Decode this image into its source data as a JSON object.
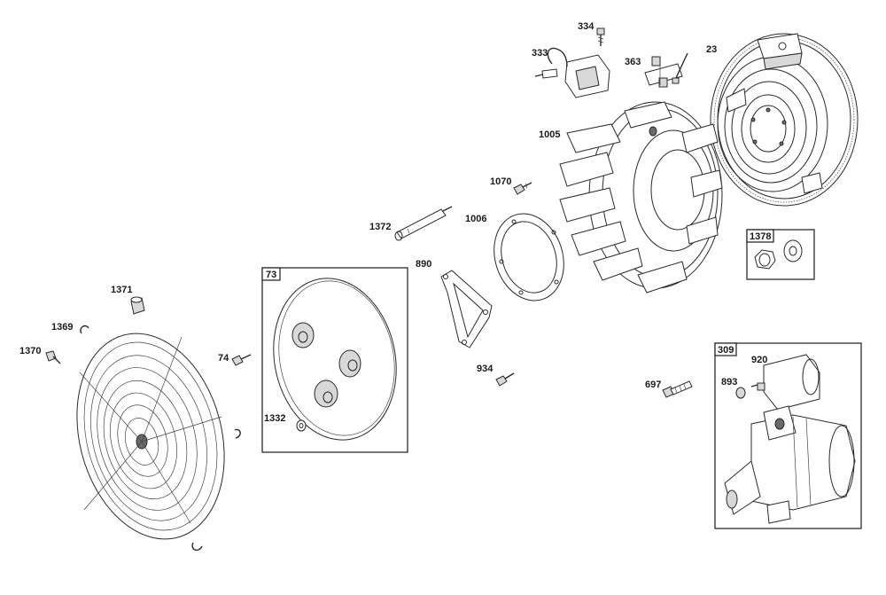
{
  "callouts": {
    "c334": "334",
    "c333": "333",
    "c363": "363",
    "c23": "23",
    "c1005": "1005",
    "c1070": "1070",
    "c1006": "1006",
    "c1372": "1372",
    "c890": "890",
    "c73": "73",
    "c1371": "1371",
    "c1369": "1369",
    "c1370": "1370",
    "c74": "74",
    "c1332": "1332",
    "c934": "934",
    "c697": "697",
    "c1378": "1378",
    "c309": "309",
    "c920": "920",
    "c893": "893"
  }
}
